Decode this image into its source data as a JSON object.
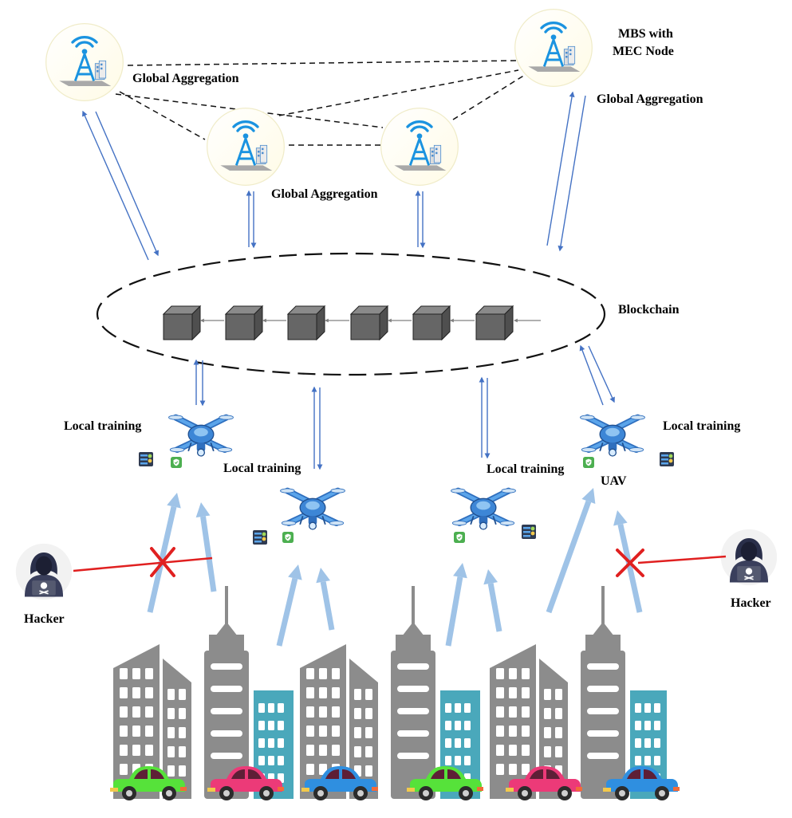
{
  "labels": {
    "mbs_line1": "MBS with",
    "mbs_line2": "MEC Node",
    "global_agg_top_left": "Global Aggregation",
    "global_agg_top_right": "Global Aggregation",
    "global_agg_middle": "Global Aggregation",
    "blockchain": "Blockchain",
    "local_training_1": "Local training",
    "local_training_2": "Local training",
    "local_training_3": "Local training",
    "local_training_4": "Local training",
    "uav": "UAV",
    "hacker_left": "Hacker",
    "hacker_right": "Hacker"
  },
  "colors": {
    "arrow_blue": "#4472c4",
    "upload_arrow": "#9fc3e7",
    "drone_body": "#3d86d6",
    "building_gray": "#8c8c8c",
    "building_teal": "#4aa8bb",
    "block_gray": "#666666",
    "attack_line": "#e02020",
    "car_green": "#56e23a",
    "car_pink": "#ec3a78",
    "car_blue": "#2f8fe0"
  },
  "icons": {
    "base_station": "radio-tower-icon",
    "drone": "uav-drone-icon",
    "hacker": "hacker-avatar-icon",
    "block": "blockchain-block-icon",
    "car": "car-icon",
    "server": "server-icon",
    "shield": "shield-icon"
  }
}
